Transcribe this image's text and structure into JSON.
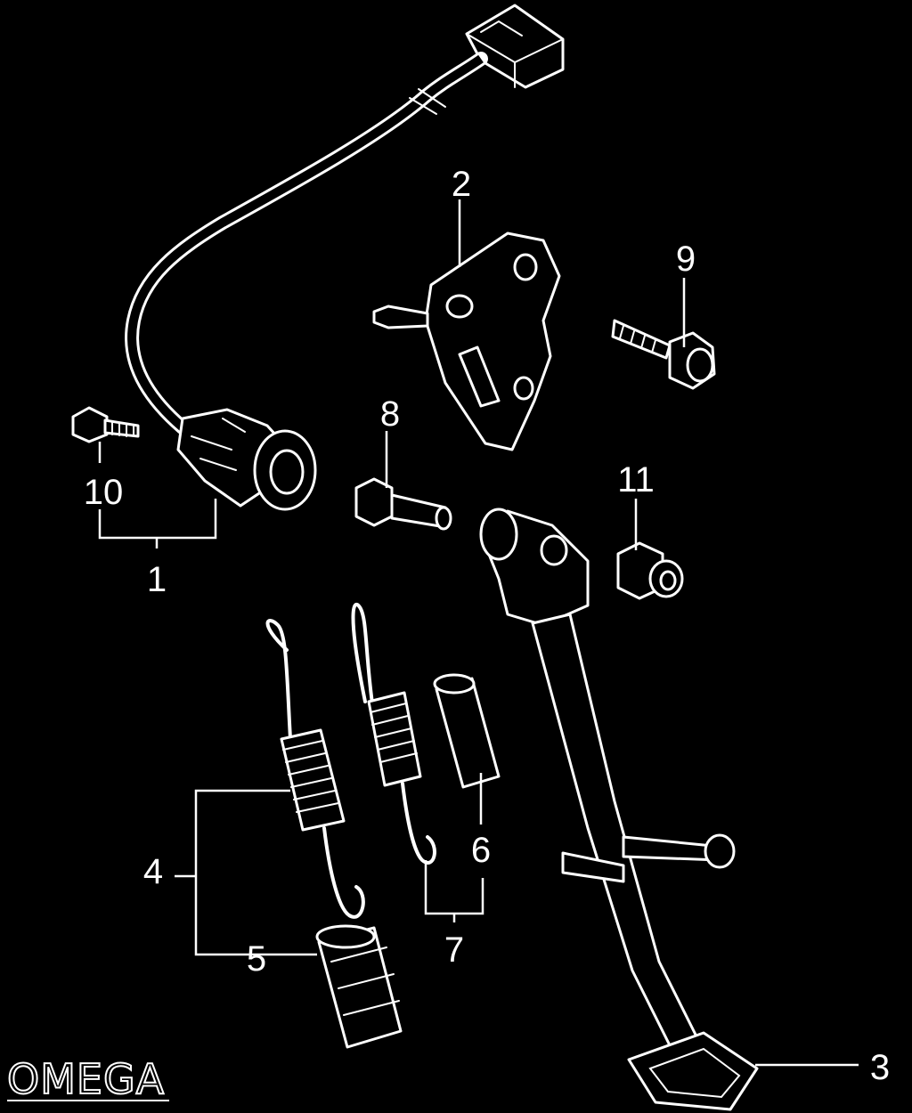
{
  "callouts": {
    "c1": "1",
    "c2": "2",
    "c3": "3",
    "c4": "4",
    "c5": "5",
    "c6": "6",
    "c7": "7",
    "c8": "8",
    "c9": "9",
    "c10": "10",
    "c11": "11"
  },
  "watermark": "OMEGA",
  "colors": {
    "background": "#000000",
    "line": "#ffffff"
  }
}
